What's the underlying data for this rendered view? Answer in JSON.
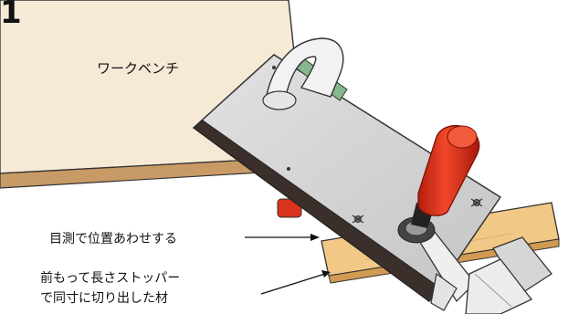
{
  "figure": {
    "number": "1",
    "labels": {
      "workbench": "ワークベンチ",
      "align_by_eye": "目測で位置あわせする",
      "stopper_line1": "前もって長さストッパー",
      "stopper_line2": "で同寸に切り出した材"
    }
  },
  "colors": {
    "workbench": "#f6e9d6",
    "workbench_edge": "#c89a66",
    "jig_plate": "#cfcfcf",
    "jig_edge": "#3a2f2b",
    "handle_red": "#e8381e",
    "board": "#f1c886",
    "clamp_metal": "#e9e9e9"
  }
}
